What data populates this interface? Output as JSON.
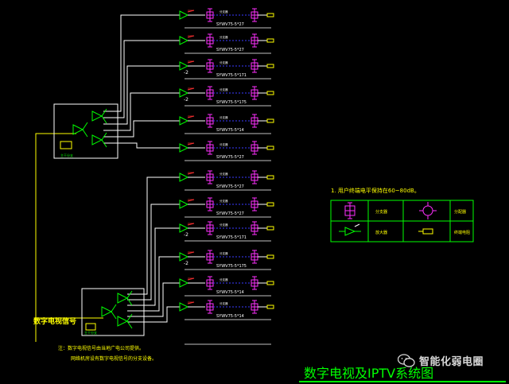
{
  "cable_labels": [
    "SYWV75-5*27",
    "SYWV75-5*27",
    "SYWV75-5*171",
    "SYWV75-5*175",
    "SYWV75-5*14",
    "SYWV75-5*27",
    "SYWV75-5*27",
    "SYWV75-5*27",
    "SYWV75-5*171",
    "SYWV75-5*175",
    "SYWV75-5*14",
    "SYWV75-5*14"
  ],
  "branch_labels": [
    "-2",
    "-2",
    "-2",
    "-2"
  ],
  "splitter_group_label_top": "主干分支",
  "splitter_group_label_bottom": "主干分支",
  "signal_source_label": "数字电视信号",
  "notes": [
    "注：数字电视信号由当地广电公司提供。",
    "网络机房设有数字电视信号的分支设备。"
  ],
  "spec_note": "1. 用户终端电平保持在60~80dB。",
  "legend": [
    {
      "label": "分支器",
      "icon": "splitter-icon"
    },
    {
      "label": "分配器",
      "icon": "divider-icon"
    },
    {
      "label": "放大器",
      "icon": "amplifier-icon"
    },
    {
      "label": "终端电阻",
      "icon": "terminator-icon"
    }
  ],
  "drawing_title": "数字电视及IPTV系统图",
  "watermark": "智能化弱电圈",
  "colors": {
    "wire": "#ffffff",
    "amp": "#00ff00",
    "red": "#ff3030",
    "magenta": "#ff30ff",
    "yellow": "#ffff00",
    "blue": "#3a3aff",
    "green_title": "#00ff00",
    "orange": "#ffa500",
    "legend_border": "#00ff00"
  }
}
